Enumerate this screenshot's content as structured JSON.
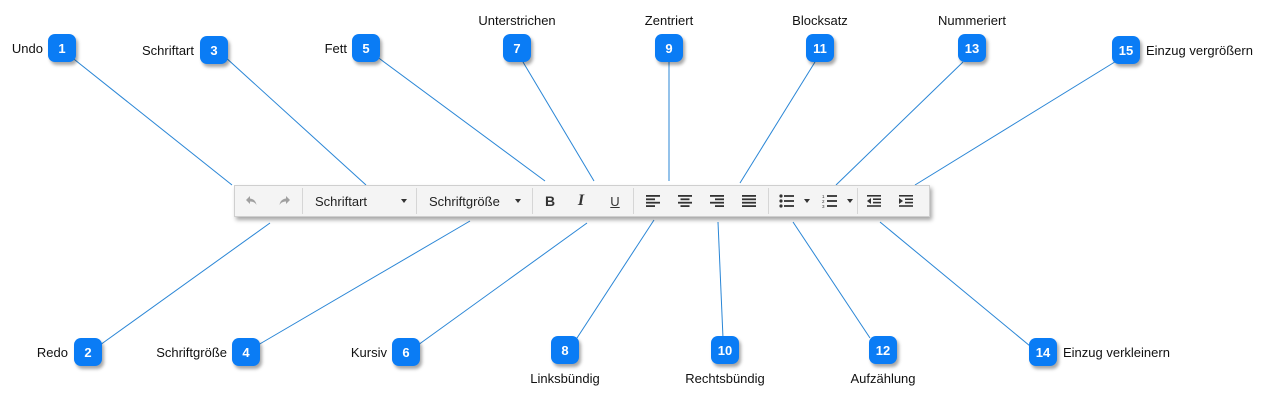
{
  "colors": {
    "badge": "#0a7cf5",
    "line": "#2a86d6",
    "toolbar_bg": "#f4f4f4"
  },
  "toolbar": {
    "font_family_value": "Schriftart",
    "font_size_value": "Schriftgröße",
    "bold_glyph": "B",
    "italic_glyph": "I",
    "underline_glyph": "U",
    "icons": [
      "undo-icon",
      "redo-icon",
      "bold-icon",
      "italic-icon",
      "underline-icon",
      "align-left-icon",
      "align-center-icon",
      "align-right-icon",
      "align-justify-icon",
      "bullet-list-icon",
      "numbered-list-icon",
      "outdent-icon",
      "indent-icon"
    ]
  },
  "callouts": [
    {
      "number": "1",
      "label": "Undo"
    },
    {
      "number": "2",
      "label": "Redo"
    },
    {
      "number": "3",
      "label": "Schriftart"
    },
    {
      "number": "4",
      "label": "Schriftgröße"
    },
    {
      "number": "5",
      "label": "Fett"
    },
    {
      "number": "6",
      "label": "Kursiv"
    },
    {
      "number": "7",
      "label": "Unterstrichen"
    },
    {
      "number": "8",
      "label": "Linksbündig"
    },
    {
      "number": "9",
      "label": "Zentriert"
    },
    {
      "number": "10",
      "label": "Rechtsbündig"
    },
    {
      "number": "11",
      "label": "Blocksatz"
    },
    {
      "number": "12",
      "label": "Aufzählung"
    },
    {
      "number": "13",
      "label": "Nummeriert"
    },
    {
      "number": "14",
      "label": "Einzug verkleinern"
    },
    {
      "number": "15",
      "label": "Einzug vergrößern"
    }
  ]
}
